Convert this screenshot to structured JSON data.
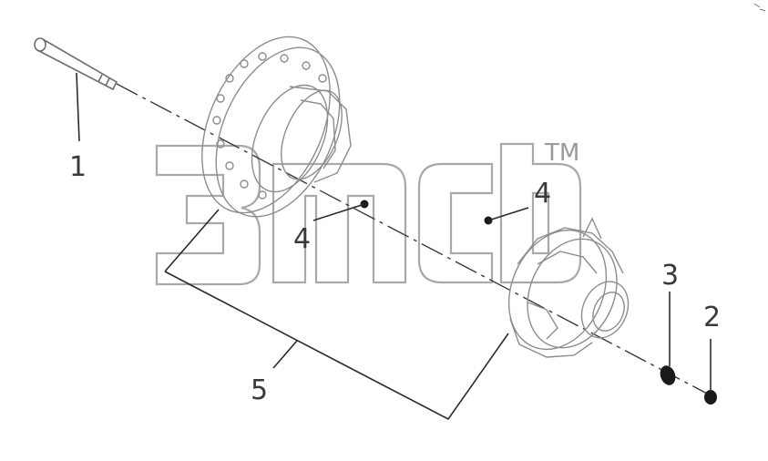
{
  "diagram": {
    "callouts": [
      {
        "id": "1",
        "label": "1"
      },
      {
        "id": "2",
        "label": "2"
      },
      {
        "id": "3",
        "label": "3"
      },
      {
        "id": "4a",
        "label": "4"
      },
      {
        "id": "4b",
        "label": "4"
      },
      {
        "id": "5",
        "label": "5"
      }
    ],
    "watermark": {
      "trademark": "TM"
    }
  }
}
